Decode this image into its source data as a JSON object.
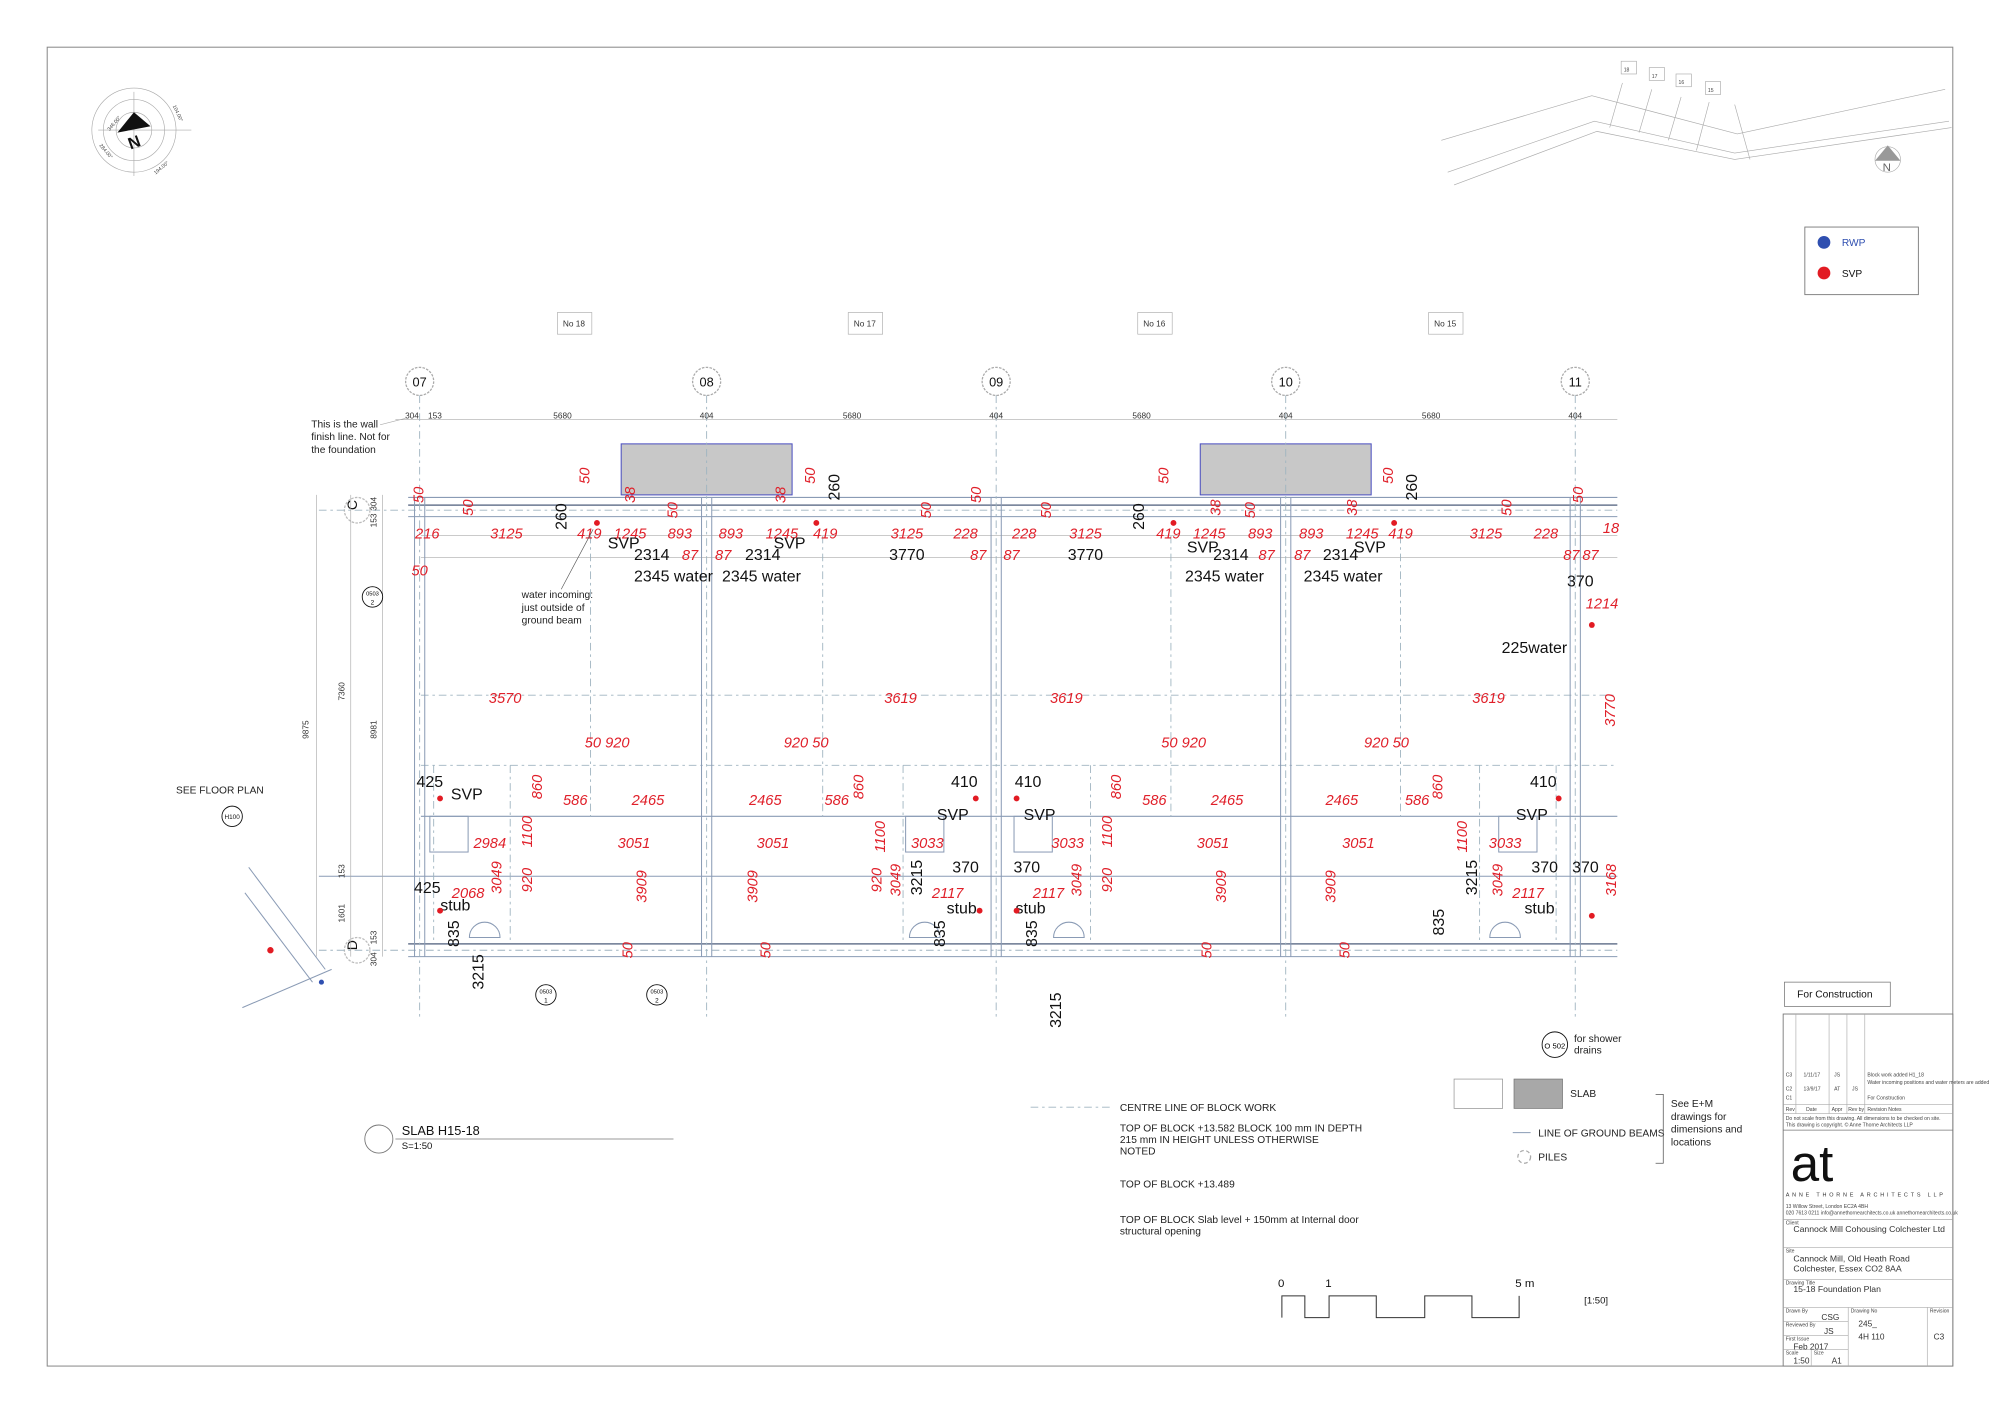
{
  "compass": {
    "north": "N",
    "angles": [
      "104.00°",
      "346.00°",
      "284.00°",
      "194.00°"
    ]
  },
  "key_plan": {
    "plots": [
      "18",
      "17",
      "16",
      "15"
    ],
    "north": "N"
  },
  "legend": [
    {
      "label": "RWP",
      "color": "#2f4fb0"
    },
    {
      "label": "SVP",
      "color": "#e21b23"
    }
  ],
  "plot_labels": [
    "No 18",
    "No 17",
    "No 16",
    "No 15"
  ],
  "grid": {
    "columns": [
      "07",
      "08",
      "09",
      "10",
      "11"
    ],
    "rows": [
      "C",
      "D"
    ]
  },
  "top_dims": [
    "304",
    "153",
    "5680",
    "404",
    "5680",
    "404",
    "5680",
    "404",
    "5680",
    "404"
  ],
  "left_dims": [
    "9875",
    "7360",
    "8981",
    "304",
    "153",
    "153",
    "1601",
    "153",
    "304"
  ],
  "notes": {
    "wall_note": [
      "This is the wall",
      "finish line. Not for",
      "the foundation"
    ],
    "water_note": [
      "water incoming:",
      "just outside of",
      "ground beam"
    ],
    "see_floor_plan": "SEE FLOOR PLAN",
    "floor_plan_ref": "H100",
    "section_ref": "0503",
    "section_nums": [
      "2",
      "1",
      "2"
    ],
    "shower_ref": "O 502",
    "shower_note": [
      "for shower",
      "drains"
    ]
  },
  "red_dims": [
    "216",
    "3125",
    "419",
    "1245",
    "893",
    "893",
    "1245",
    "419",
    "3125",
    "228",
    "228",
    "3125",
    "419",
    "1245",
    "893",
    "893",
    "1245",
    "419",
    "3125",
    "228",
    "18",
    "50",
    "87",
    "87",
    "87",
    "87",
    "87",
    "87",
    "87",
    "87",
    "1214",
    "3770",
    "3570",
    "3619",
    "3619",
    "3619",
    "50 920",
    "920 50",
    "50 920",
    "920 50",
    "860",
    "586",
    "2465",
    "2465",
    "586",
    "860",
    "860",
    "586",
    "2465",
    "2465",
    "586",
    "860",
    "2984",
    "1100",
    "3051",
    "3051",
    "1100",
    "3033",
    "3033",
    "1100",
    "3051",
    "3051",
    "1100",
    "3033",
    "2068",
    "3049",
    "920",
    "3909",
    "3909",
    "920",
    "3049",
    "2117",
    "2117",
    "3049",
    "920",
    "3909",
    "3909",
    "3049",
    "2117",
    "3168",
    "50",
    "50",
    "50",
    "50",
    "50",
    "50",
    "50",
    "38",
    "50",
    "38",
    "50",
    "50",
    "50",
    "50",
    "50",
    "38",
    "50",
    "38",
    "50",
    "50",
    "50"
  ],
  "black_dims": [
    "260",
    "260",
    "260",
    "260",
    "SVP",
    "SVP",
    "SVP",
    "SVP",
    "2314",
    "2314",
    "2314",
    "2314",
    "2345  water",
    "2345  water",
    "2345  water",
    "2345  water",
    "3770",
    "3770",
    "370",
    "225water",
    "425",
    "SVP",
    "410",
    "410",
    "SVP",
    "SVP",
    "SVP",
    "410",
    "425",
    "3215",
    "370",
    "370",
    "3215",
    "370",
    "370",
    "stub",
    "stub",
    "stub",
    "stub",
    "835",
    "835",
    "835",
    "835",
    "3215",
    "3215"
  ],
  "slab_title": {
    "title": "SLAB H15-18",
    "scale": "S=1:50"
  },
  "key": {
    "centre_line": "CENTRE LINE OF BLOCK WORK",
    "top_block_1": [
      "TOP OF BLOCK +13.582  BLOCK 100 mm IN DEPTH",
      "215 mm IN HEIGHT UNLESS OTHERWISE",
      "NOTED"
    ],
    "top_block_2": "TOP OF BLOCK +13.489",
    "top_block_3": [
      "TOP OF BLOCK Slab level + 150mm at Internal door",
      "structural opening"
    ],
    "slab": "SLAB",
    "ground_beams": "LINE OF GROUND BEAMS",
    "piles": "PILES",
    "see_em": [
      "See E+M",
      "drawings for",
      "dimensions and",
      "locations"
    ]
  },
  "scale_bar": {
    "labels": [
      "0",
      "1",
      "5 m"
    ],
    "ratio": "[1:50]"
  },
  "title_block": {
    "status": "For Construction",
    "revisions": [
      {
        "rev": "C3",
        "date": "1/11/17",
        "appr": "JS",
        "rev_by": "",
        "notes": "Block work added H1_18"
      },
      {
        "rev": "C2",
        "date": "13/9/17",
        "appr": "AT",
        "rev_by": "JS",
        "notes": "Water incoming positions and water meters are added"
      },
      {
        "rev": "C1",
        "date": "",
        "appr": "",
        "rev_by": "",
        "notes": "For Construction"
      }
    ],
    "rev_headers": [
      "Rev",
      "Date",
      "Appr",
      "Rev by",
      "Revision Notes"
    ],
    "disclaimer": [
      "Do not scale from this drawing. All dimensions to be checked on site.",
      "This drawing is copyright. © Anne Thorne Architects LLP"
    ],
    "logo": "at",
    "company": "ANNE THORNE ARCHITECTS LLP",
    "address": [
      "13 Willow Street, London EC2A 4BH",
      "020 7613 0211  info@annethornearchitects.co.uk  annethornearchitects.co.uk"
    ],
    "client_label": "Client",
    "client": "Cannock Mill Cohousing Colchester Ltd",
    "site_label": "Site",
    "site": [
      "Cannock Mill, Old Heath Road",
      "Colchester, Essex CO2 8AA"
    ],
    "drawing_title_label": "Drawing Title",
    "drawing_title": "15-18 Foundation Plan",
    "drawn_by_label": "Drawn By",
    "drawn_by": "CSG",
    "reviewed_by_label": "Reviewed By",
    "reviewed_by": "JS",
    "date_label": "First Issue",
    "date": "Feb 2017",
    "scale_label": "Scale",
    "scale": "1:50",
    "size_label": "Size",
    "size": "A1",
    "drawing_no_label": "Drawing No",
    "drawing_no": [
      "245_",
      "4H 110"
    ],
    "revision_label": "Revision",
    "revision": "C3"
  }
}
